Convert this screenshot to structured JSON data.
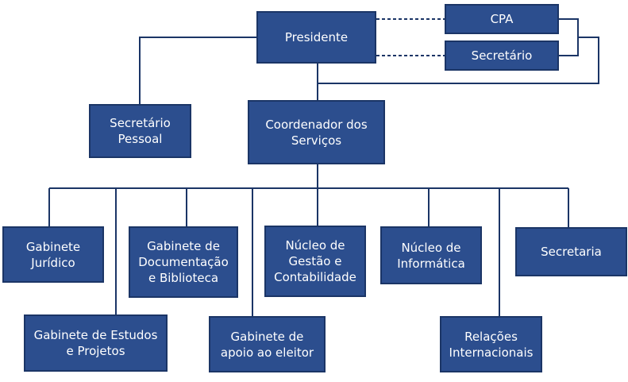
{
  "nodes": {
    "presidente": "Presidente",
    "cpa": "CPA",
    "secretario": "Secretário",
    "secretario_pessoal": "Secretário\nPessoal",
    "coordenador": "Coordenador dos\nServiços",
    "gabinete_juridico": "Gabinete\nJurídico",
    "gabinete_documentacao": "Gabinete de\nDocumentação\ne Biblioteca",
    "nucleo_gestao": "Núcleo de\nGestão e\nContabilidade",
    "nucleo_informatica": "Núcleo de\nInformática",
    "secretaria": "Secretaria",
    "gabinete_estudos": "Gabinete de Estudos\ne Projetos",
    "gabinete_apoio": "Gabinete de\napoio ao eleitor",
    "relacoes_internacionais": "Relações\nInternacionais"
  },
  "colors": {
    "box_fill": "#2c4e8e",
    "box_border": "#1b3566",
    "line": "#1b3566",
    "text": "#ffffff"
  }
}
